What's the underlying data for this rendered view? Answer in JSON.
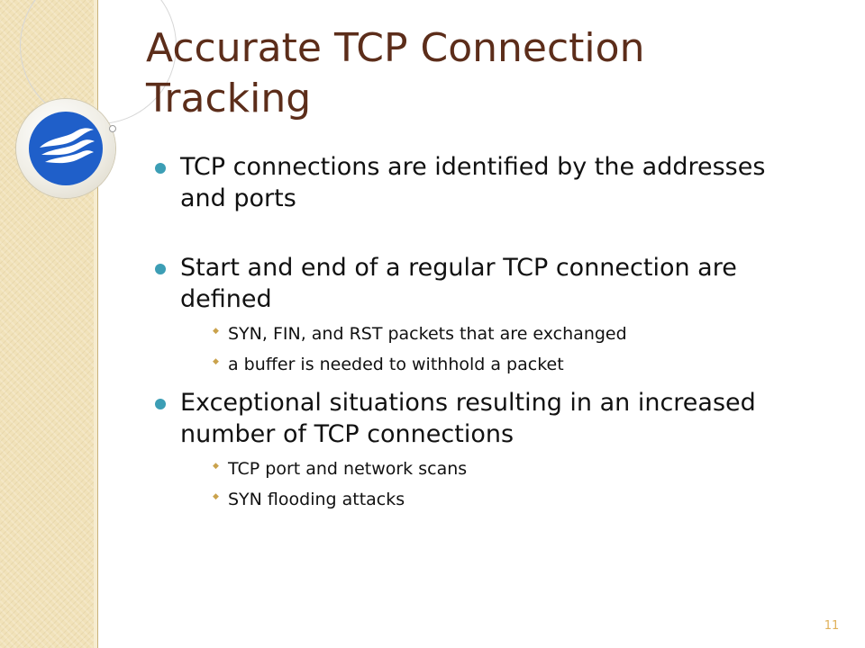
{
  "slide": {
    "title_line1": "Accurate TCP Connection",
    "title_line2": "Tracking",
    "page_number": "11",
    "colors": {
      "title": "#5c2d1a",
      "bullet": "#3c9eb5",
      "sub_bullet": "#caa24c",
      "sidebar": "#f1e2b9",
      "logo_blue": "#1f5fc9",
      "page_number": "#e0b15a"
    },
    "logo_icon": "emblem-wing-icon",
    "bullets": [
      {
        "text": "TCP connections are identified by the addresses and ports",
        "subs": []
      },
      {
        "text": "Start and end of a regular TCP connection are defined",
        "subs": [
          "SYN, FIN, and RST packets that are exchanged",
          "a buffer is needed to withhold a packet"
        ]
      },
      {
        "text": "Exceptional situations resulting in an increased number of TCP connections",
        "subs": [
          "TCP port and network scans",
          "SYN flooding attacks"
        ]
      }
    ]
  }
}
